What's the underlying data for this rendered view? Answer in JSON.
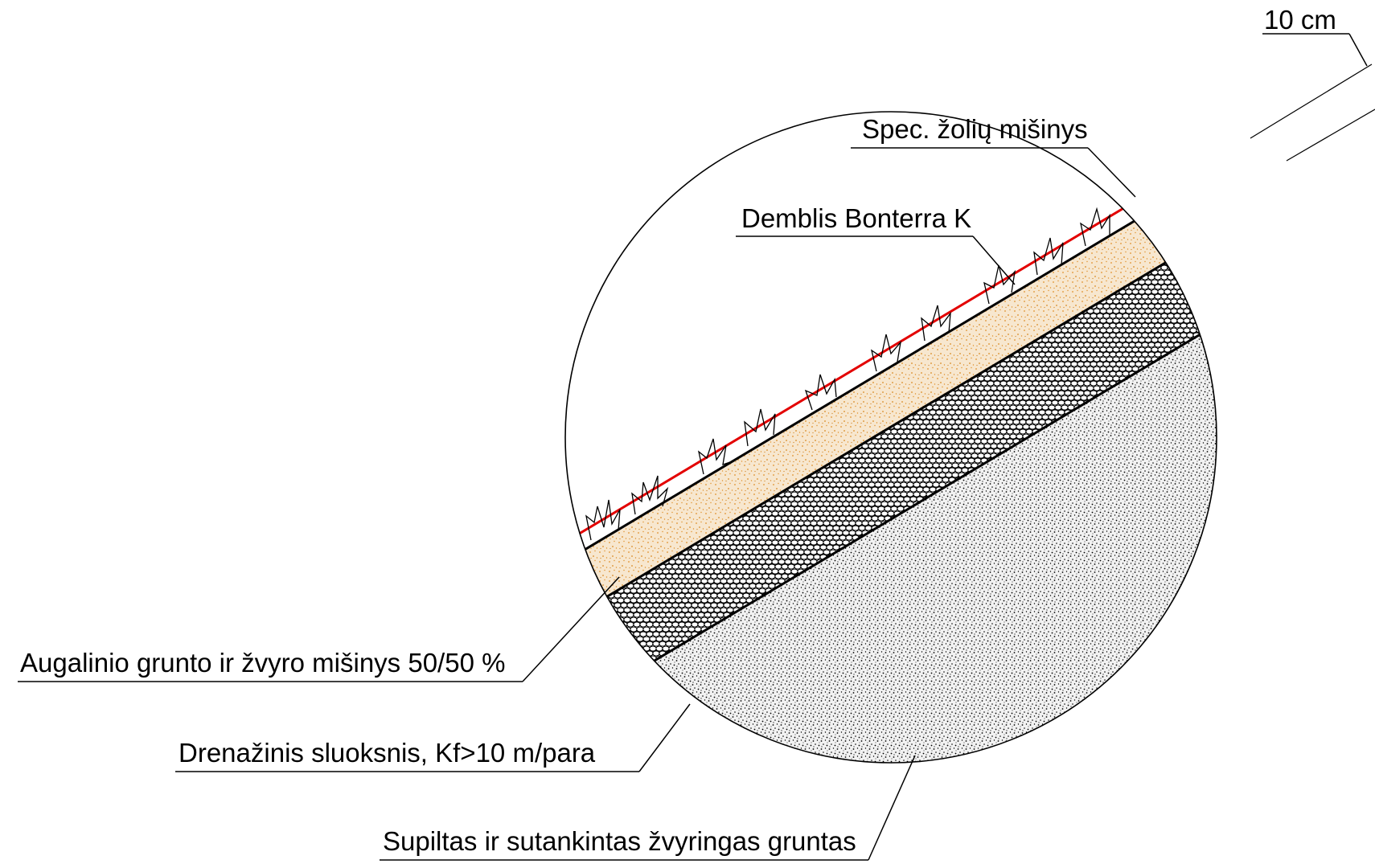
{
  "labels": {
    "dimension": "10 cm",
    "grass_mix": "Spec. žolių mišinys",
    "mat": "Demblis Bonterra K",
    "soil_gravel_mix": "Augalinio grunto ir žvyro mišinys 50/50 %",
    "drainage_layer": "Drenažinis sluoksnis, Kf>10 m/para",
    "base_soil": "Supiltas ir sutankintas žvyringas gruntas"
  },
  "colors": {
    "line": "#000000",
    "mat_line": "#e30000",
    "soil_fill": "#f7e7cf",
    "soil_dots": "#e0902a",
    "drainage_fill": "#8c8c8c",
    "base_fill": "#ededed",
    "base_dots": "#000000"
  }
}
